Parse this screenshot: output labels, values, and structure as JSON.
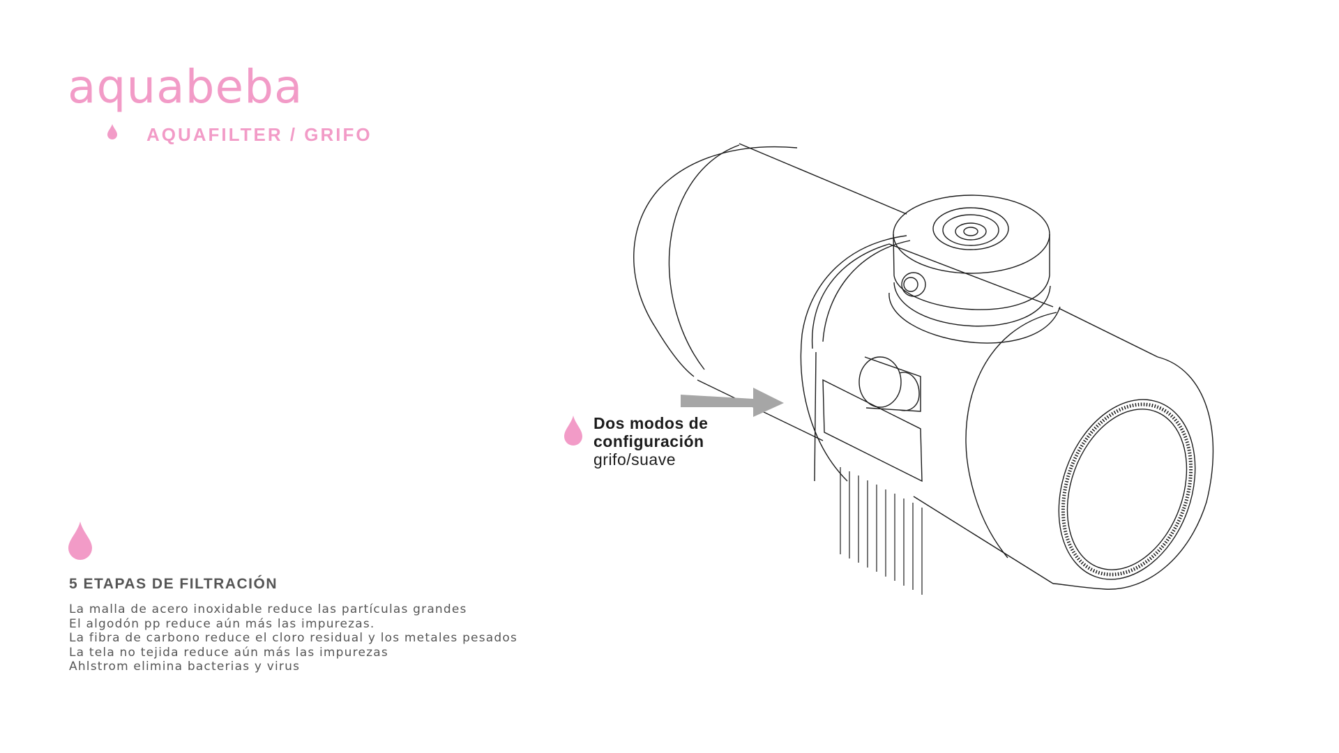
{
  "brand": {
    "name": "aquabeba",
    "product": "AQUAFILTER / GRIFO"
  },
  "colors": {
    "accent_pink": "#f29bc7",
    "text_gray": "#555555",
    "arrow_gray": "#a6a6a6",
    "line": "#1a1a1a"
  },
  "callout": {
    "title_line1": "Dos modos  de",
    "title_line2": "configuración",
    "subtitle": "grifo/suave"
  },
  "stages": {
    "heading": "5 ETAPAS DE FILTRACIÓN",
    "items": [
      "La malla de acero inoxidable reduce las partículas grandes",
      "El algodón pp reduce aún más las impurezas.",
      "La fibra de carbono reduce el cloro residual y los metales pesados",
      "La tela no tejida reduce aún más las impurezas",
      "Ahlstrom elimina bacterias y virus"
    ]
  },
  "icons": {
    "drop": "water-drop-icon",
    "arrow": "arrow-right-icon"
  }
}
